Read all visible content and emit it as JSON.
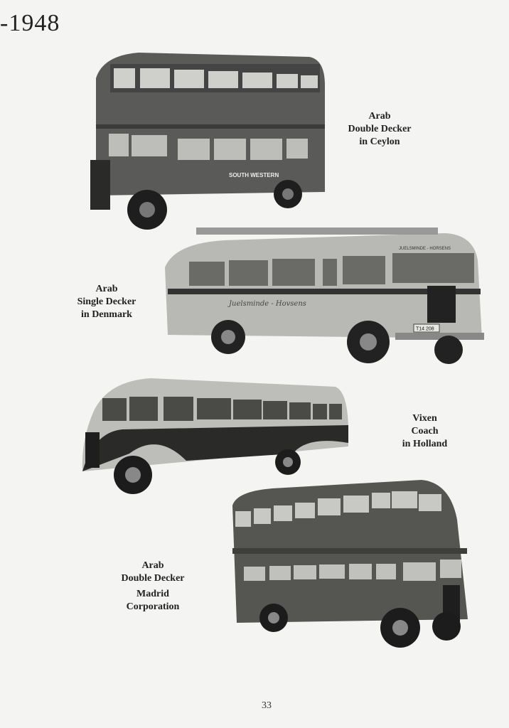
{
  "header": {
    "year_text": "-1948"
  },
  "captions": [
    {
      "lines": [
        "Arab",
        "Double Decker",
        "in Ceylon"
      ]
    },
    {
      "lines": [
        "Arab",
        "Single Decker",
        "in Denmark"
      ]
    },
    {
      "lines": [
        "Vixen",
        "Coach",
        "in Holland"
      ]
    },
    {
      "lines": [
        "Arab",
        "Double Decker",
        "Madrid",
        "Corporation"
      ]
    }
  ],
  "photo_lettering": {
    "bus1_fleet": "SOUTH WESTERN",
    "bus2_side": "Juelsminde - Hovsens",
    "bus2_dest": "JUELSMINDE - HORSENS",
    "bus2_plate": "T14 208"
  },
  "page_number": "33"
}
